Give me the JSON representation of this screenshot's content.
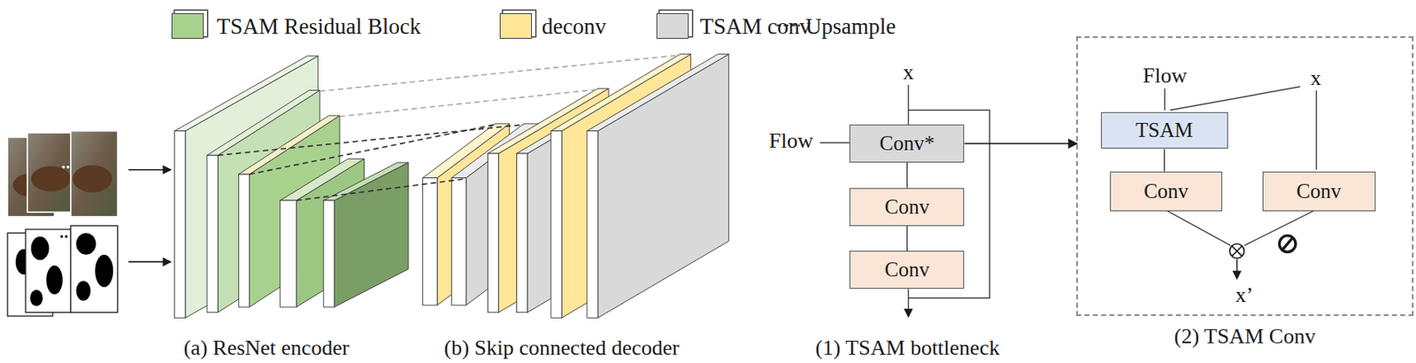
{
  "diagram": {
    "nodes": [
      {
        "text": [
          "Conv*"
        ]
      },
      {
        "text": [
          "Conv"
        ]
      },
      {
        "text": [
          "Conv"
        ]
      },
      {
        "text": [
          "(2) TSAM Conv"
        ]
      },
      {
        "text": [
          "TSAM"
        ],
        "in": 3
      },
      {
        "text": [
          "Conv"
        ],
        "in": 3
      },
      {
        "text": [
          "Conv"
        ],
        "in": 3
      }
    ],
    "edges": [
      {
        "from": 0,
        "to": 1,
        "arrow": "none"
      },
      {
        "from": 1,
        "to": 2,
        "arrow": "none"
      },
      {
        "from": 0,
        "to": 3,
        "arrow": "to"
      },
      {
        "from": 4,
        "to": 5,
        "arrow": "none"
      }
    ],
    "labels": [
      "(a) ResNet encoder",
      "(b) Skip connected decoder",
      "x",
      "Flow",
      "(1) TSAM bottleneck",
      "Flow",
      "x",
      "x’"
    ],
    "legend": [
      {
        "text": "TSAM Residual Block",
        "color": "#a9d18e"
      },
      {
        "text": "deconv",
        "color": "#ffe699"
      },
      {
        "text": "TSAM conv",
        "color": "#d9d9d9"
      },
      {
        "text": "Upsample"
      }
    ]
  }
}
